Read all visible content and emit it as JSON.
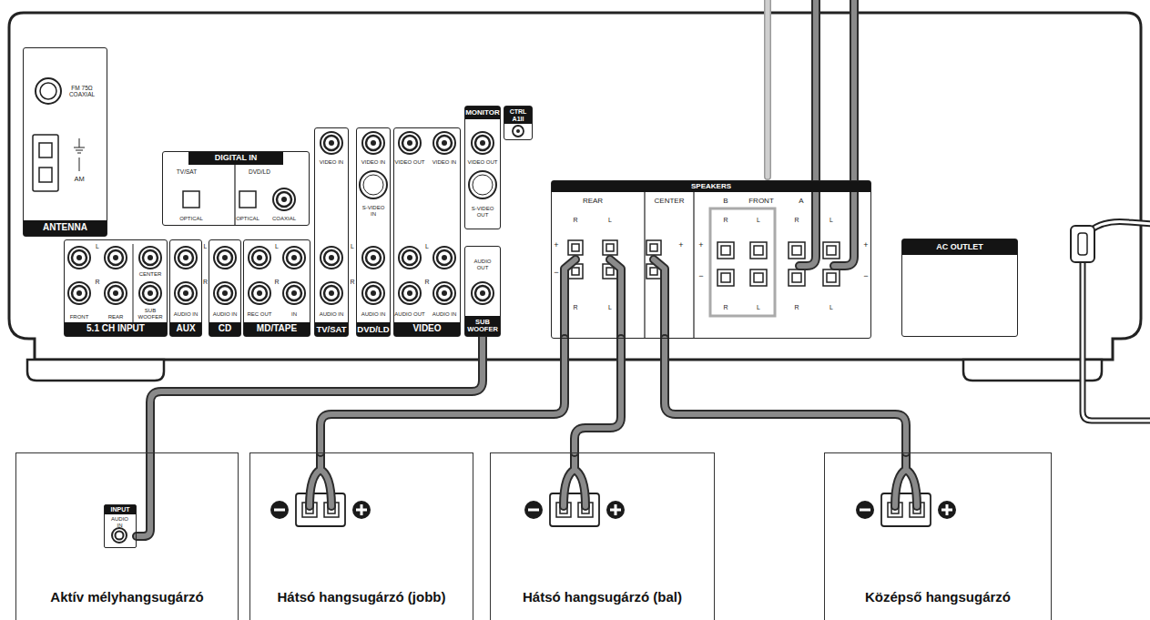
{
  "diagram": {
    "nodes": [
      {
        "text": [
          "ANTENNA"
        ]
      },
      {
        "text": [
          "DIGITAL IN"
        ]
      },
      {
        "text": [
          "5.1 CH INPUT"
        ]
      },
      {
        "text": [
          "AUX"
        ]
      },
      {
        "text": [
          "CD"
        ]
      },
      {
        "text": [
          "MD/TAPE"
        ]
      },
      {
        "text": [
          "TV/SAT"
        ]
      },
      {
        "text": [
          "DVD/LD"
        ]
      },
      {
        "text": [
          "VIDEO"
        ]
      },
      {
        "text": [
          "MONITOR"
        ]
      },
      {
        "text": [
          "CTRL A1II"
        ]
      },
      {
        "text": [
          "SUB WOOFER"
        ]
      },
      {
        "text": [
          "SPEAKERS"
        ]
      },
      {
        "text": [
          "AC OUTLET"
        ]
      },
      {
        "text": [
          "Aktív mélyhangsugárzó"
        ]
      },
      {
        "text": [
          "INPUT",
          "AUDIO IN"
        ],
        "in": 14
      },
      {
        "text": [
          "Hátsó hangsugárzó (jobb)"
        ]
      },
      {
        "text": [
          "Hátsó hangsugárzó (bal)"
        ]
      },
      {
        "text": [
          "Középső hangsugárzó"
        ]
      }
    ],
    "edges": [
      {
        "from": 12,
        "to": 16,
        "arrow": "none"
      },
      {
        "from": 12,
        "to": 17,
        "arrow": "none"
      },
      {
        "from": 12,
        "to": 18,
        "arrow": "none"
      },
      {
        "from": 11,
        "to": 15,
        "arrow": "none"
      }
    ],
    "labels": [
      "FM 75Ω COAXIAL",
      "AM",
      "TV/SAT",
      "DVD/LD",
      "OPTICAL",
      "OPTICAL",
      "COAXIAL",
      "L",
      "CENTER",
      "FRONT",
      "R",
      "REAR",
      "SUB WOOFER",
      "AUDIO IN",
      "L",
      "R",
      "AUDIO IN",
      "L",
      "R",
      "REC OUT",
      "IN",
      "VIDEO IN",
      "L",
      "R",
      "AUDIO IN",
      "VIDEO IN",
      "S-VIDEO IN",
      "AUDIO IN",
      "VIDEO OUT",
      "VIDEO IN",
      "L",
      "R",
      "AUDIO OUT",
      "AUDIO IN",
      "VIDEO OUT",
      "S-VIDEO OUT",
      "AUDIO OUT",
      "REAR",
      "CENTER",
      "B",
      "FRONT",
      "A",
      "R",
      "L",
      "R",
      "L",
      "R",
      "L",
      "+",
      "+",
      "+",
      "+",
      "−",
      "−",
      "−",
      "R",
      "L",
      "R",
      "L",
      "R",
      "L"
    ]
  }
}
